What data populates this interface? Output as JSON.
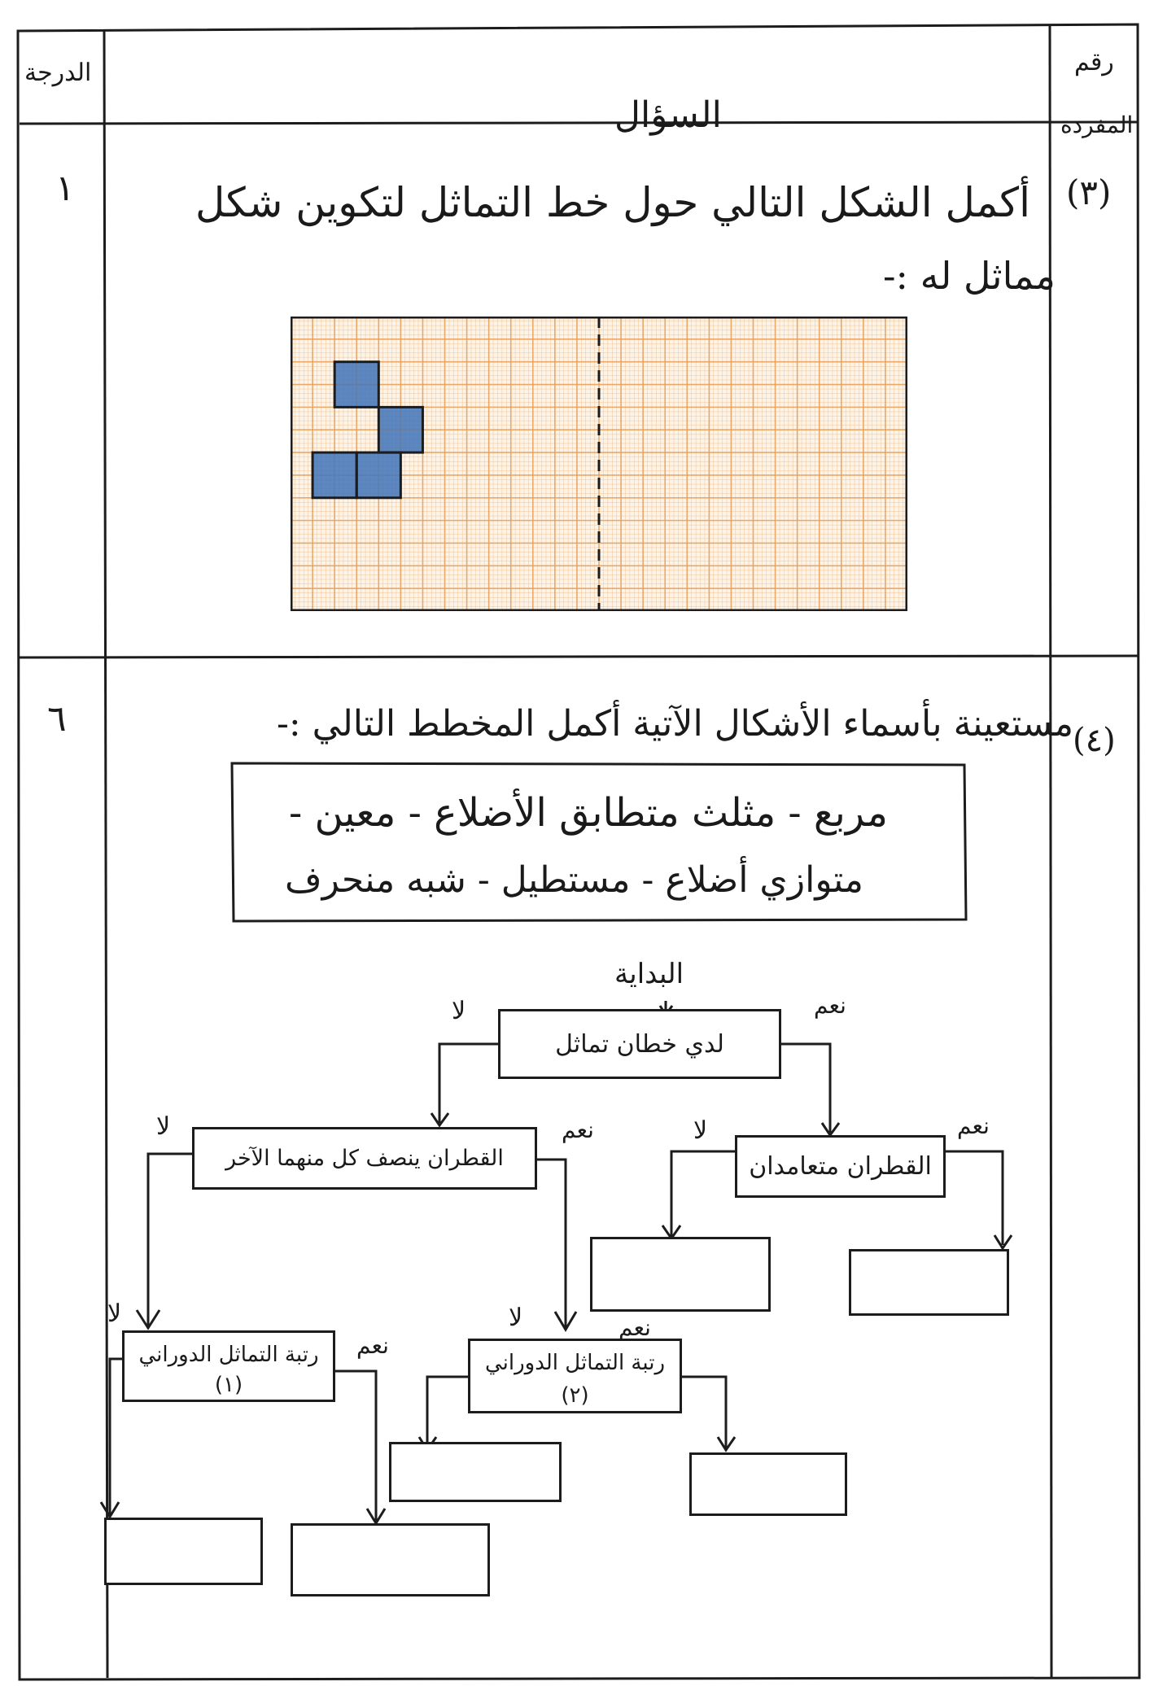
{
  "header": {
    "grade_label": "الدرجة",
    "question_label": "السؤال",
    "number_label_line1": "رقم",
    "number_label_line2": "المفردة"
  },
  "q3": {
    "number": "(٣)",
    "grade": "١",
    "text_line1": "أكمل الشكل التالي حول خط التماثل لتكوين شكل",
    "text_line2": "مماثل له :-",
    "grid": {
      "columns": 28,
      "rows": 13,
      "dashed_axis_column": 14,
      "grid_color": "#e8a05c",
      "fill_color": "#3f73b8",
      "cells": [
        [
          2,
          2
        ],
        [
          3,
          2
        ],
        [
          2,
          3
        ],
        [
          3,
          3
        ],
        [
          4,
          4
        ],
        [
          5,
          4
        ],
        [
          4,
          5
        ],
        [
          5,
          5
        ],
        [
          1,
          6
        ],
        [
          2,
          6
        ],
        [
          3,
          6
        ],
        [
          4,
          6
        ],
        [
          1,
          7
        ],
        [
          2,
          7
        ],
        [
          3,
          7
        ],
        [
          4,
          7
        ]
      ]
    }
  },
  "q4": {
    "number": "(٤)",
    "grade": "٦",
    "instruction": "مستعينة بأسماء الأشكال الآتية أكمل المخطط التالي :-",
    "shapes_line1": "مربع - مثلث متطابق الأضلاع - معين -",
    "shapes_line2": "متوازي أضلاع - مستطيل - شبه منحرف",
    "flow": {
      "start": "البداية",
      "root": "لدي خطان تماثل",
      "right_node": "القطران متعامدان",
      "left_node": "القطران ينصف كل منهما الآخر",
      "sym1": "رتبة التماثل الدوراني",
      "sym1_num": "(١)",
      "sym2": "رتبة التماثل الدوراني",
      "sym2_num": "(٢)",
      "yes": "نعم",
      "no": "لا"
    }
  }
}
